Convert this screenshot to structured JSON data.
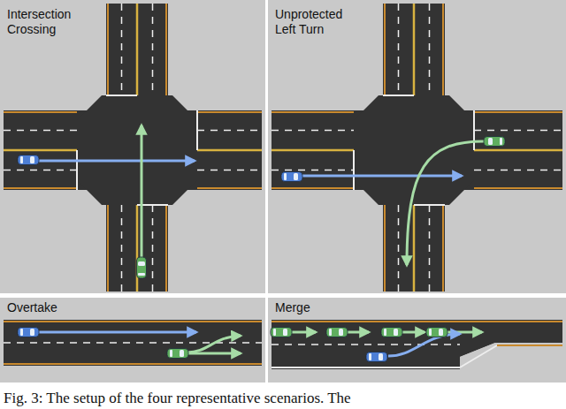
{
  "diagram": {
    "caption": "Fig. 3: The setup of the four representative scenarios. The",
    "nodes": [
      {
        "text": [
          "Intersection Crossing"
        ]
      },
      {
        "text": [
          "Unprotected Left Turn"
        ]
      },
      {
        "text": [
          "Overtake"
        ]
      },
      {
        "text": [
          "Merge"
        ]
      }
    ]
  }
}
